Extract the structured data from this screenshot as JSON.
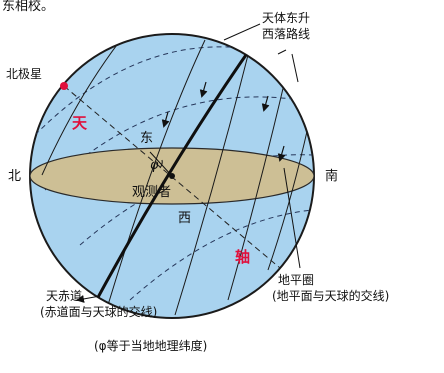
{
  "diagram": {
    "top_caption": "东相校。",
    "labels": {
      "north_star": "北极星",
      "sky": "天",
      "axis": "轴",
      "east": "东",
      "west": "西",
      "north": "北",
      "south": "南",
      "phi": "φ",
      "observer": "观测者",
      "paths_line1": "天体东升",
      "paths_line2": "西落路线",
      "horizon_line1": "地平圈",
      "horizon_line2": "(地平面与天球的交线)",
      "equator_line1": "天赤道",
      "equator_line2": "(赤道面与天球的交线)",
      "footnote": "(φ等于当地地理纬度)"
    },
    "colors": {
      "sphere_fill": "#a9d3ef",
      "horizon_fill": "#cdbf95",
      "accent_red": "#e0103c",
      "ink": "#111111"
    }
  }
}
